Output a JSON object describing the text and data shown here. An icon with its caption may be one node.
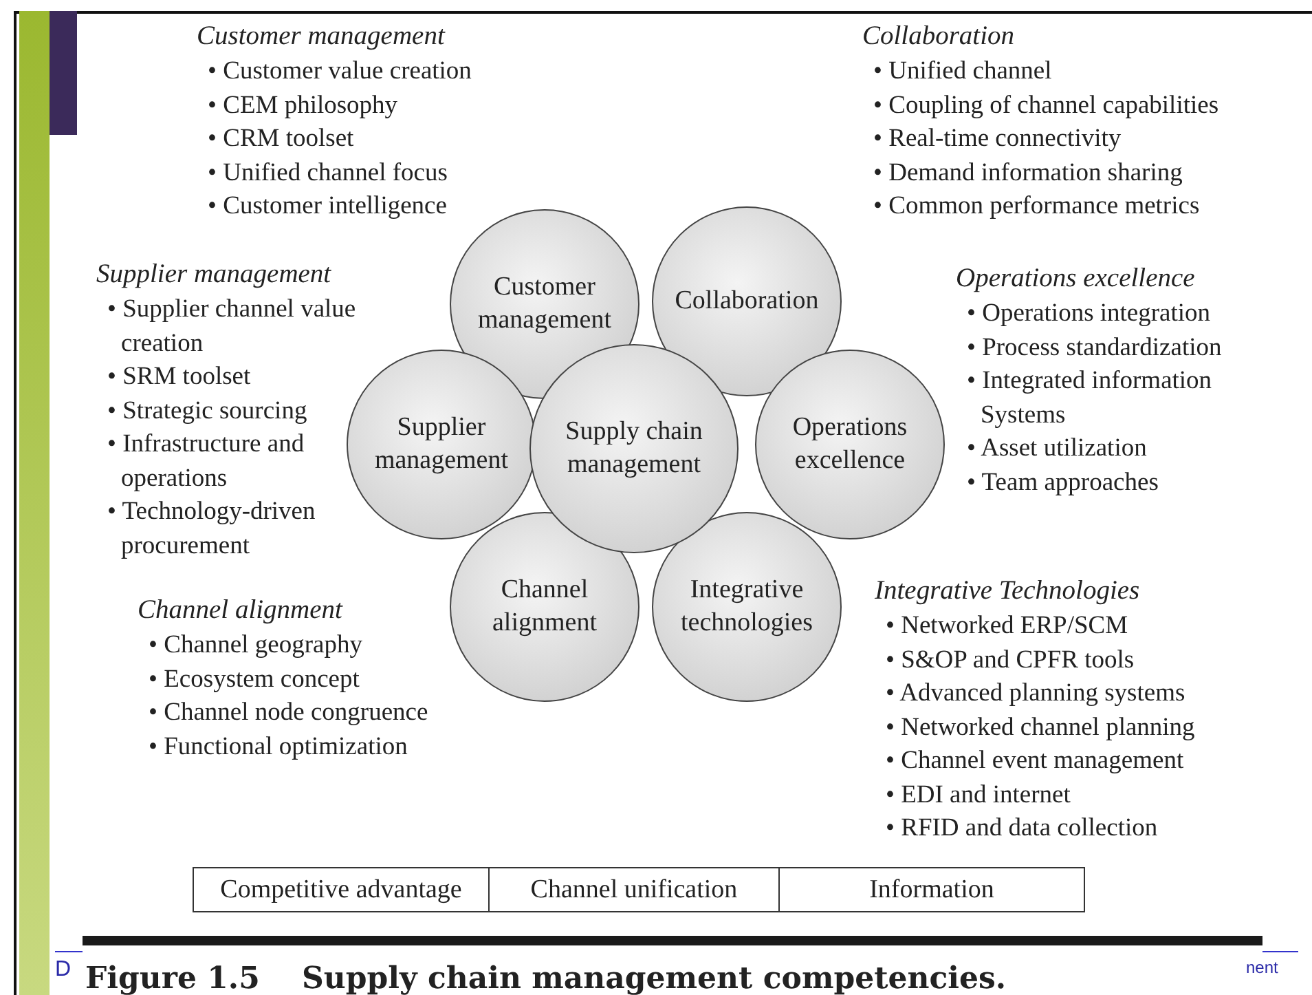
{
  "diagram": {
    "caption": "Figure 1.5    Supply chain management competencies.",
    "nodes": [
      {
        "text": [
          "Supply chain management"
        ]
      },
      {
        "text": [
          "Customer management"
        ],
        "beside": [
          "Customer management",
          "• Customer value creation",
          "• CEM philosophy",
          "• CRM toolset",
          "• Unified channel focus",
          "• Customer intelligence"
        ]
      },
      {
        "text": [
          "Collaboration"
        ],
        "beside": [
          "Collaboration",
          "• Unified channel",
          "• Coupling of channel capabilities",
          "• Real-time connectivity",
          "• Demand information sharing",
          "• Common performance metrics"
        ]
      },
      {
        "text": [
          "Supplier management"
        ],
        "beside": [
          "Supplier management",
          "• Supplier channel value creation",
          "• SRM toolset",
          "• Strategic sourcing",
          "• Infrastructure and operations",
          "• Technology-driven procurement"
        ]
      },
      {
        "text": [
          "Operations excellence"
        ],
        "beside": [
          "Operations excellence",
          "• Operations integration",
          "• Process standardization",
          "• Integrated information Systems",
          "• Asset utilization",
          "• Team approaches"
        ]
      },
      {
        "text": [
          "Channel alignment"
        ],
        "beside": [
          "Channel alignment",
          "• Channel geography",
          "• Ecosystem concept",
          "• Channel node congruence",
          "• Functional optimization"
        ]
      },
      {
        "text": [
          "Integrative technologies"
        ],
        "beside": [
          "Integrative Technologies",
          "• Networked ERP/SCM",
          "• S&OP and CPFR tools",
          "• Advanced planning systems",
          "• Networked channel planning",
          "• Channel event management",
          "• EDI and internet",
          "• RFID and data collection"
        ]
      },
      {
        "text": [
          "Competitive advantage"
        ]
      },
      {
        "text": [
          "Channel unification"
        ]
      },
      {
        "text": [
          "Information"
        ]
      },
      {
        "text": [],
        "shape": "bar"
      },
      {
        "text": [],
        "shape": "bar"
      }
    ],
    "labels": [
      "D",
      "nent"
    ]
  }
}
